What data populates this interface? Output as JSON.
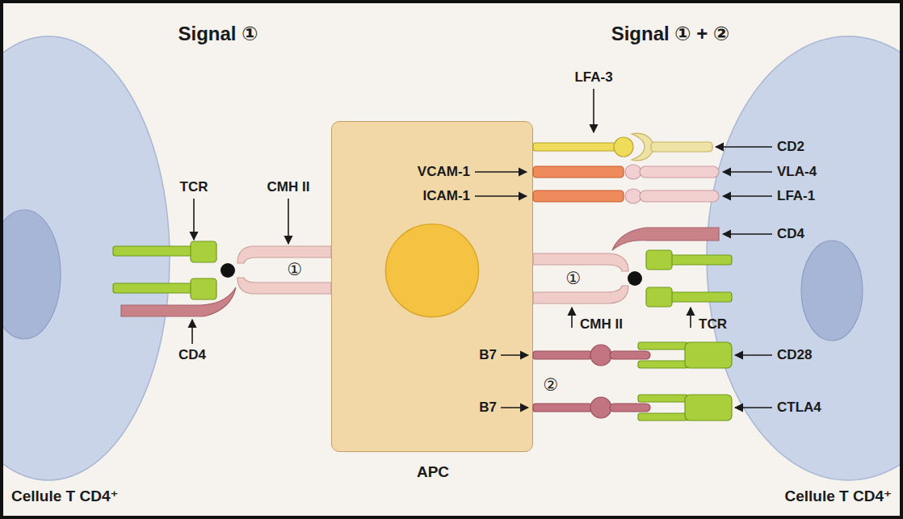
{
  "diagram": {
    "nodes": [
      {
        "text": [
          "Cellule T CD4⁺"
        ]
      },
      {
        "text": [
          "APC"
        ]
      },
      {
        "text": [
          "Cellule T CD4⁺"
        ]
      }
    ],
    "labels": [
      "Signal ①",
      "Signal ① + ②",
      "LFA-3",
      "CD2",
      "VCAM-1",
      "VLA-4",
      "ICAM-1",
      "LFA-1",
      "TCR",
      "CMH II",
      "CD4",
      "①",
      "①",
      "CMH II",
      "TCR",
      "CD4",
      "B7",
      "CD28",
      "②",
      "B7",
      "CTLA4"
    ]
  }
}
